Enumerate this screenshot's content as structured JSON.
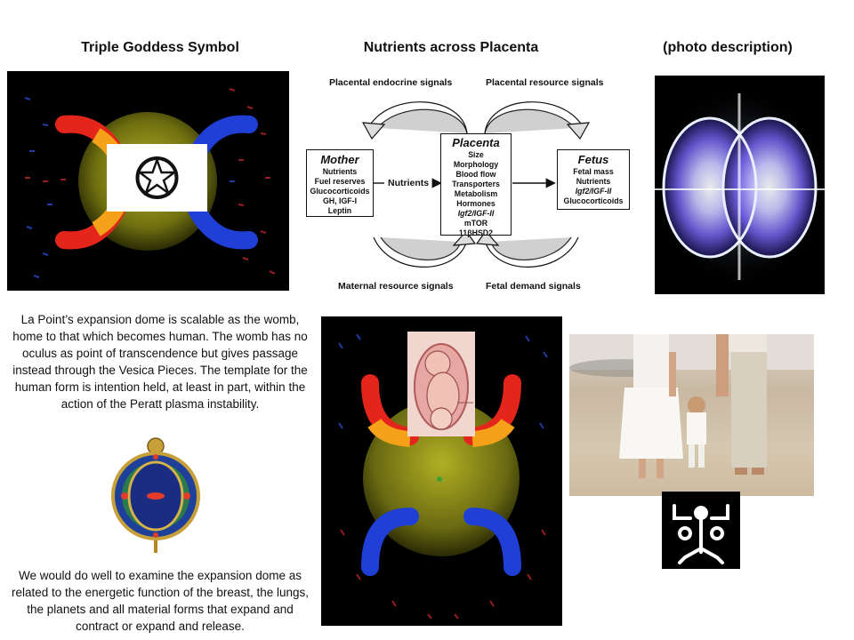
{
  "titles": {
    "left": "Triple Goddess Symbol",
    "center": "Nutrients across Placenta",
    "right": "(photo description)"
  },
  "diagram": {
    "top_left_signal": "Placental endocrine signals",
    "top_right_signal": "Placental resource signals",
    "bottom_left_signal": "Maternal resource signals",
    "bottom_right_signal": "Fetal demand signals",
    "nutrients_label": "Nutrients",
    "mother": {
      "title": "Mother",
      "items": [
        "Nutrients",
        "Fuel reserves",
        "Glucocorticoids",
        "GH, IGF-I",
        "Leptin"
      ]
    },
    "placenta": {
      "title": "Placenta",
      "items": [
        "Size",
        "Morphology",
        "Blood flow",
        "Transporters",
        "Metabolism",
        "Hormones",
        "Igf2/IGF-II",
        "mTOR",
        "11βHSD2"
      ]
    },
    "fetus": {
      "title": "Fetus",
      "items": [
        "Fetal mass",
        "Nutrients",
        "Igf2/IGF-II",
        "Glucocorticoids"
      ]
    }
  },
  "paragraph1": "La Point’s expansion dome is scalable as the womb, home to that which becomes human. The womb has no oculus as point of transcendence but gives passage instead through the Vesica Pieces. The template for the human form is intention held, at least in part, within the action of the Peratt plasma instability.",
  "paragraph2": "We would do well to examine the expansion dome as related to the energetic function of the breast, the lungs, the planets and all material forms that expand and contract or expand and release.",
  "colors": {
    "red_arc": "#e3251b",
    "blue_arc": "#1f3fd6",
    "orange": "#f5a21a",
    "globe": "#9a9a18"
  }
}
